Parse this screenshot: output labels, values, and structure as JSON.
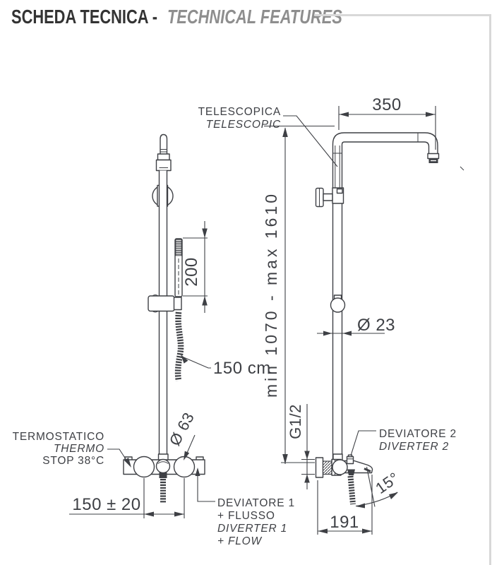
{
  "header": {
    "title_it": "SCHEDA TECNICA -",
    "title_en": "TECHNICAL FEATURES"
  },
  "front_view": {
    "thermo_label_1": "TERMOSTATICO",
    "thermo_label_2": "THERMO",
    "thermo_label_3": "STOP 38°C",
    "dim_handshower": "200",
    "hose_length_label": "150 cm",
    "dia_knob": "Ø 63",
    "dim_inlet_distance": "150 ± 20",
    "diverter1_line1": "DEVIATORE 1",
    "diverter1_line2": "+ FLUSSO",
    "diverter1_line3": "DIVERTER 1",
    "diverter1_line4": "+ FLOW"
  },
  "side_view": {
    "telescopic_label_1": "TELESCOPICA",
    "telescopic_label_2": "TELESCOPIC",
    "dim_arm": "350",
    "dim_height_range": "min 1070 - max 1610",
    "dia_tube": "Ø 23",
    "thread_size": "G1/2",
    "diverter2_line1": "DEVIATORE 2",
    "diverter2_line2": "DIVERTER 2",
    "angle_spout": "15°",
    "dim_depth": "191"
  },
  "colors": {
    "line": "#3e4045",
    "frame": "#d8d8d8",
    "title_primary": "#333333",
    "title_secondary": "#8e8e8e"
  }
}
